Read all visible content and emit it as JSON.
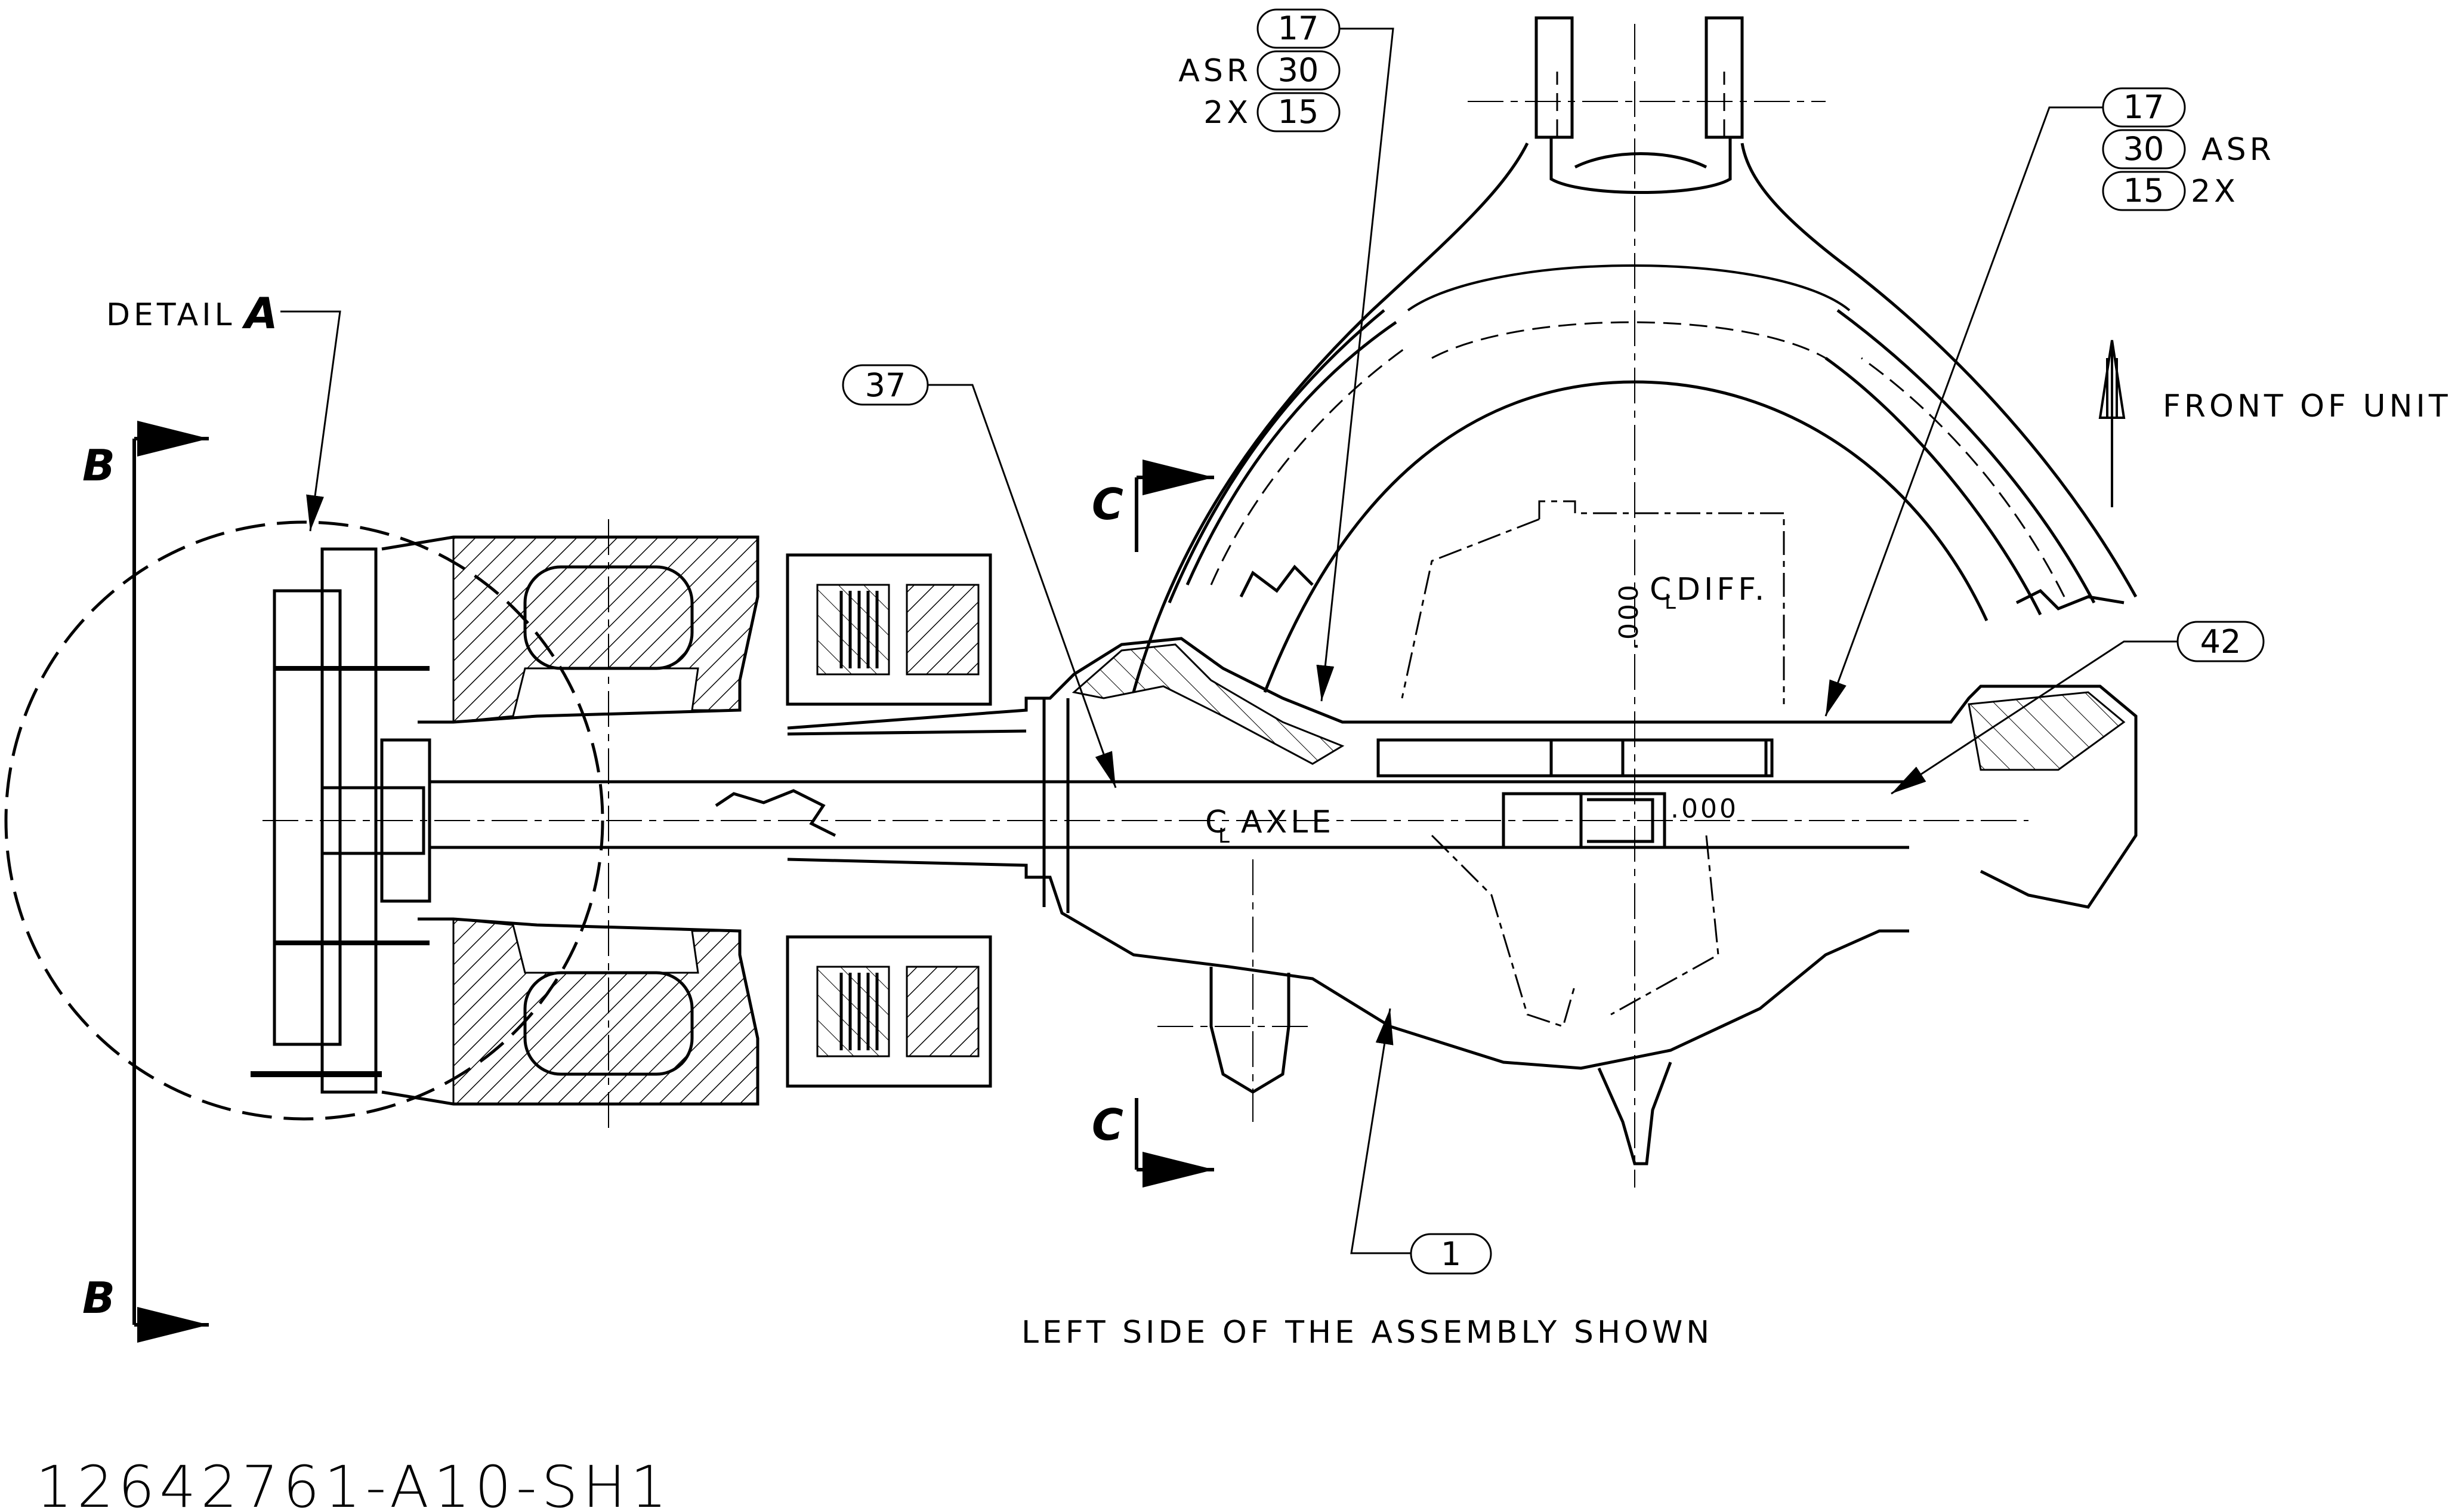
{
  "drawing": {
    "number": "12642761-A10-SH1",
    "caption": "LEFT SIDE OF THE ASSEMBLY SHOWN",
    "front_note": "FRONT OF UNIT",
    "detail_label": "DETAIL",
    "detail_letter": "A",
    "section_b": "B",
    "section_c": "C",
    "axle_centerline": "AXLE",
    "diff_centerline": "DIFF.",
    "dim_axle": ".000",
    "dim_diff": ".000",
    "cl_symbol": "C",
    "cl_sub": "L"
  },
  "callouts": {
    "left_group": {
      "b1": "17",
      "b2": "30",
      "b3": "15",
      "p2": "ASR",
      "p3": "2X"
    },
    "right_group": {
      "b1": "17",
      "b2": "30",
      "b3": "15",
      "s2": "ASR",
      "s3": "2X"
    },
    "single": {
      "c37": "37",
      "c42": "42",
      "c1": "1"
    }
  }
}
